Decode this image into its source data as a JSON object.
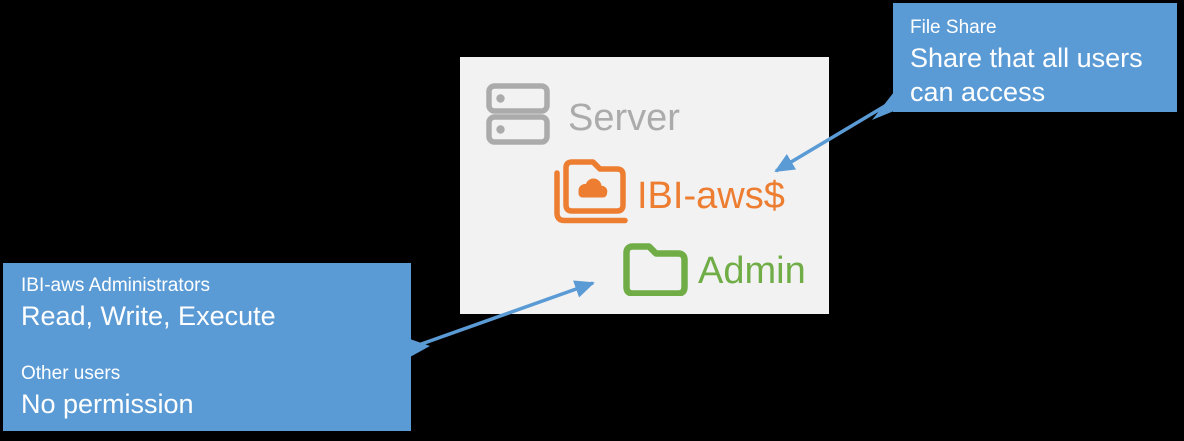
{
  "diagram": {
    "server_box": {
      "title": "Server",
      "shares": [
        {
          "name": "IBI-aws$",
          "icon": "shared-folder-cloud",
          "color": "#ED7D31"
        },
        {
          "name": "Admin",
          "icon": "folder",
          "color": "#70AD47"
        }
      ]
    },
    "callout_file_share": {
      "title": "File Share",
      "line1": "Share that all users",
      "line2": "can access"
    },
    "callout_permissions": {
      "group1_name": "IBI-aws Administrators",
      "group1_rights": "Read, Write, Execute",
      "group2_name": "Other users",
      "group2_rights": "No permission"
    },
    "colors": {
      "background": "#000000",
      "box_fill": "#F2F2F2",
      "callout_blue": "#5B9BD5",
      "arrow_blue": "#5B9BD5",
      "share_orange": "#ED7D31",
      "admin_green": "#70AD47",
      "server_gray": "#ABABAB",
      "callout_text": "#FFFFFF"
    }
  }
}
